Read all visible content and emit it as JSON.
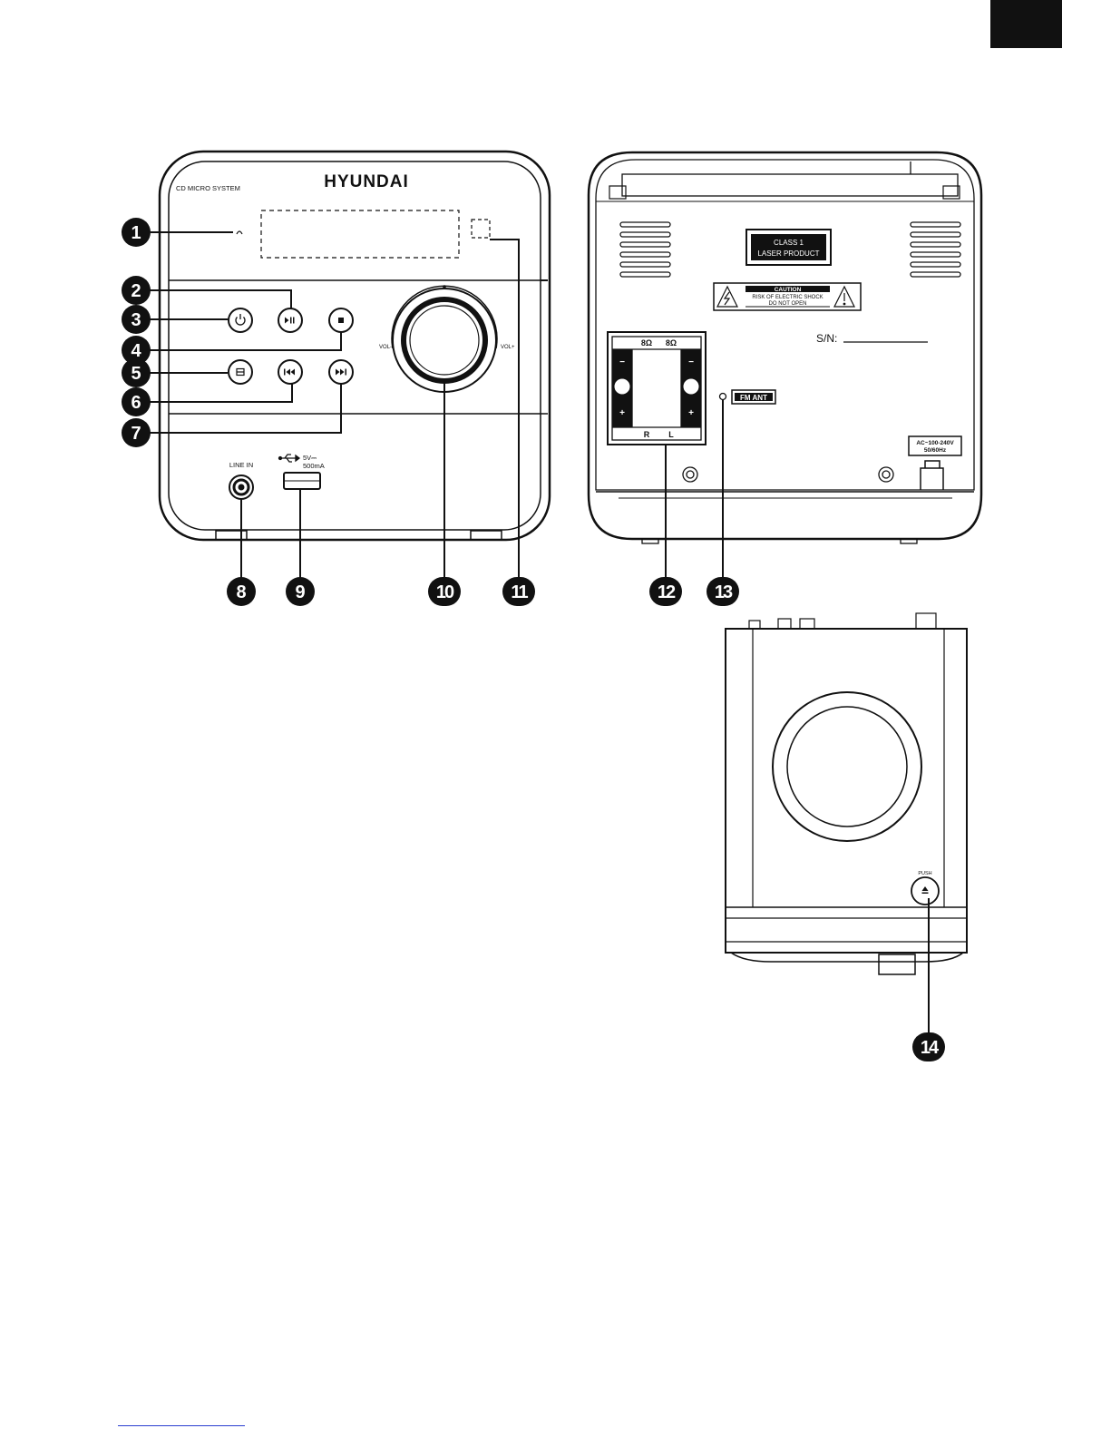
{
  "front_panel": {
    "brand": "HYUNDAI",
    "model_label": "CD MICRO SYSTEM",
    "vol_minus": "VOL-",
    "vol_plus": "VOL+",
    "line_in_label": "LINE IN",
    "usb_rating_line1": "5V⎓",
    "usb_rating_line2": "500mA"
  },
  "rear_panel": {
    "laser_label_line1": "CLASS 1",
    "laser_label_line2": "LASER PRODUCT",
    "caution_title": "CAUTION",
    "caution_line1": "RISK OF ELECTRIC SHOCK",
    "caution_line2": "DO NOT OPEN",
    "serial_label": "S/N:",
    "speaker_impedance_left": "8Ω",
    "speaker_impedance_right": "8Ω",
    "speaker_minus": "−",
    "speaker_plus": "+",
    "speaker_channel_r": "R",
    "speaker_channel_l": "L",
    "fm_antenna_label": "FM ANT",
    "power_rating_line1": "AC~100-240V",
    "power_rating_line2": "50/60Hz"
  },
  "top_view": {
    "push_label": "PUSH"
  },
  "callouts": [
    "1",
    "2",
    "3",
    "4",
    "5",
    "6",
    "7",
    "8",
    "9",
    "10",
    "11",
    "12",
    "13",
    "14"
  ]
}
